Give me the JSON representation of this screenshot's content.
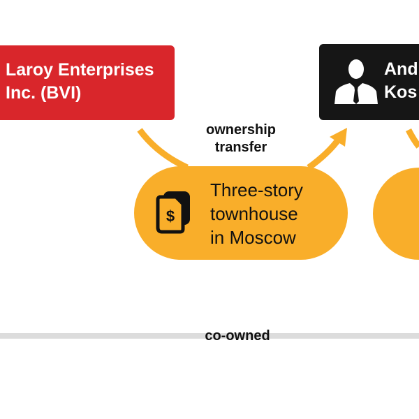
{
  "nodes": {
    "company": {
      "line1": "Laroy Enterprises",
      "line2": "Inc. (BVI)",
      "color": "#d9262b"
    },
    "person": {
      "line1": "And",
      "line2": "Kos",
      "color": "#161616"
    },
    "asset": {
      "line1": "Three-story",
      "line2": "townhouse",
      "line3": "in Moscow",
      "color": "#f9ae2a"
    }
  },
  "edges": {
    "transfer": {
      "line1": "ownership",
      "line2": "transfer"
    },
    "coowned": {
      "label": "co-owned"
    }
  }
}
